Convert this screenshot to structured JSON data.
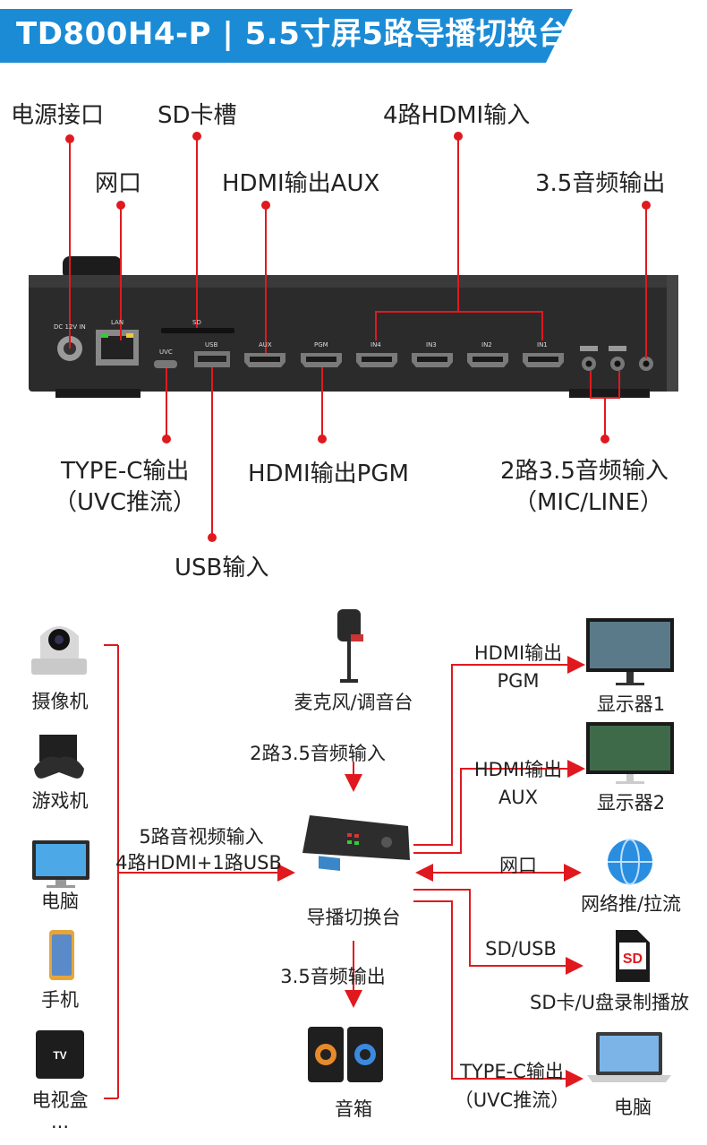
{
  "title": "TD800H4-P | 5.5寸屏5路导播切换台",
  "ports": {
    "power": "电源接口",
    "sd_slot": "SD卡槽",
    "hdmi_in": "4路HDMI输入",
    "lan": "网口",
    "aux": "HDMI输出AUX",
    "audio_out": "3.5音频输出",
    "typec_l1": "TYPE-C输出",
    "typec_l2": "（UVC推流）",
    "pgm": "HDMI输出PGM",
    "mic_l1": "2路3.5音频输入",
    "mic_l2": "（MIC/LINE）",
    "usb_in": "USB输入"
  },
  "panel_labels": {
    "dc": "DC 12V IN",
    "lan": "LAN",
    "sd": "SD",
    "uvc": "UVC",
    "usb": "USB",
    "aux": "AUX",
    "pgm": "PGM",
    "in4": "IN4",
    "in3": "IN3",
    "in2": "IN2",
    "in1": "IN1"
  },
  "sources": [
    "摄像机",
    "游戏机",
    "电脑",
    "手机",
    "电视盒",
    "..."
  ],
  "tv_logo": "TV",
  "center": {
    "mic": "麦克风/调音台",
    "mic_in": "2路3.5音频输入",
    "input_l1": "5路音视频输入",
    "input_l2": "4路HDMI+1路USB",
    "switcher": "导播切换台",
    "audio_out": "3.5音频输出",
    "speaker": "音箱"
  },
  "outputs": {
    "pgm_l1": "HDMI输出",
    "pgm_l2": "PGM",
    "display1": "显示器1",
    "aux_l1": "HDMI输出",
    "aux_l2": "AUX",
    "display2": "显示器2",
    "net": "网口",
    "stream": "网络推/拉流",
    "sdusb": "SD/USB",
    "record": "SD卡/U盘录制播放",
    "sd_badge": "SD",
    "typec_l1": "TYPE-C输出",
    "typec_l2": "（UVC推流）",
    "computer": "电脑"
  },
  "colors": {
    "banner": "#1b8bd6",
    "line": "#e0191e",
    "panel": "#2a2a2a"
  }
}
